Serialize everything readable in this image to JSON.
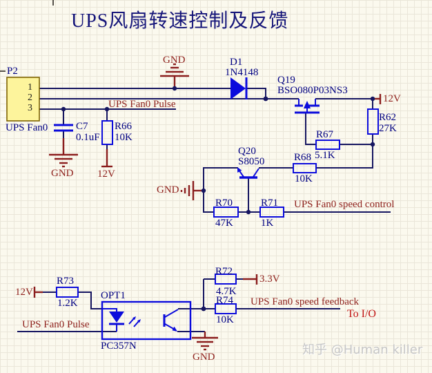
{
  "title": "UPS风扇转速控制及反馈",
  "watermark": "知乎 @Human killer",
  "sheet": {
    "connector": {
      "ref": "P2",
      "label": "UPS Fan0",
      "pins": [
        "1",
        "2",
        "3"
      ]
    },
    "components": {
      "c7": {
        "ref": "C7",
        "value": "0.1uF"
      },
      "r66": {
        "ref": "R66",
        "value": "10K"
      },
      "d1": {
        "ref": "D1",
        "value": "1N4148"
      },
      "q19": {
        "ref": "Q19",
        "value": "BSO080P03NS3"
      },
      "r62": {
        "ref": "R62",
        "value": "27K"
      },
      "r67": {
        "ref": "R67",
        "value": "5.1K"
      },
      "r68": {
        "ref": "R68",
        "value": "10K"
      },
      "q20": {
        "ref": "Q20",
        "value": "S8050"
      },
      "r70": {
        "ref": "R70",
        "value": "47K"
      },
      "r71": {
        "ref": "R71",
        "value": "1K"
      },
      "r72": {
        "ref": "R72",
        "value": "4.7K"
      },
      "r73": {
        "ref": "R73",
        "value": "1.2K"
      },
      "r74": {
        "ref": "R74",
        "value": "10K"
      },
      "opt1": {
        "ref": "OPT1",
        "value": "PC357N"
      }
    },
    "power": {
      "gnd": "GND",
      "v12": "12V",
      "v33": "3.3V"
    },
    "nets": {
      "pulse": "UPS Fan0 Pulse",
      "speed_control": "UPS Fan0 speed control",
      "speed_feedback": "UPS Fan0 speed feedback",
      "to_io": "To I/O"
    }
  },
  "colors": {
    "background": "#fbf9ee",
    "grid": "#eae6d9",
    "wire": "#151560",
    "component": "#0b0bdc",
    "designator_text": "#000082",
    "net_label_text": "#8f221d",
    "title_text": "#16167a",
    "to_io_text": "#c01212",
    "connector_fill": "#fdf49c",
    "connector_border": "#7e6200"
  }
}
